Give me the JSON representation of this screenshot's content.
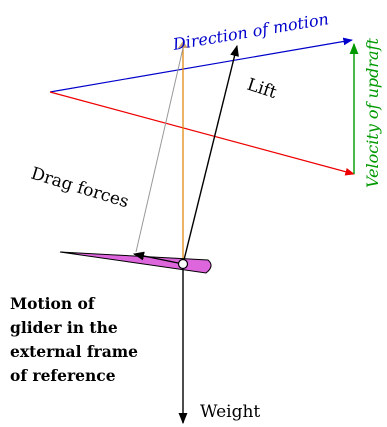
{
  "labels": {
    "direction_of_motion": "Direction of motion",
    "lift": "Lift",
    "velocity_of_updraft": "Velocity of updraft",
    "drag_forces": "Drag forces",
    "weight": "Weight"
  },
  "note": {
    "lines": [
      "Motion of",
      "glider in the",
      "external frame",
      "of reference"
    ]
  },
  "colors": {
    "direction_of_motion": "#0000cc",
    "velocity_of_updraft": "#009900",
    "relative_wind": "#ee0000",
    "vertical_reference": "#e08000",
    "glider_body": "#dd66dd",
    "force_vectors": "#000000",
    "drag_component": "#999999"
  }
}
